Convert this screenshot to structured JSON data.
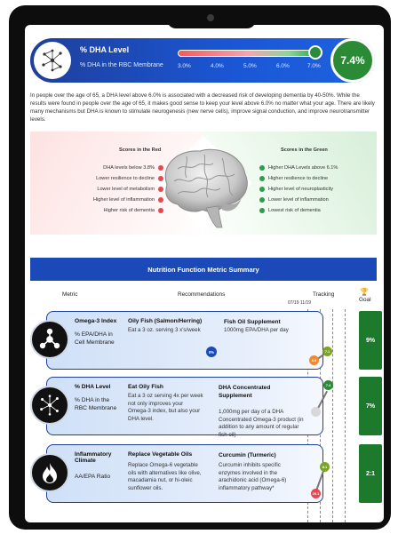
{
  "header": {
    "title": "% DHA Level",
    "subtitle": "% DHA in the RBC Membrane",
    "scale_labels": [
      "3.0%",
      "4.0%",
      "5.0%",
      "6.0%",
      "7.0%"
    ],
    "marker_fraction": 0.97,
    "value": "7.4%"
  },
  "intro": "In people over the age of 65, a DHA level above 6.0% is associated with a decreased risk of developing dementia by 40-50%. While the results were found in people over the age of 65, it makes good sense to keep your level above 6.0% no matter what your age. There are likely many mechanisms but DHA is known to stimulate neurogenesis (new nerve cells), improve signal conduction, and improve neurotransmitter levels.",
  "red": {
    "heading": "Scores in the Red",
    "items": [
      "DHA levels below 3.8%",
      "Lower resilience to decline",
      "Lower level of metabolism",
      "Higher level of inflammation",
      "Higher risk of dementia"
    ]
  },
  "green": {
    "heading": "Scores in the Green",
    "items": [
      "Higher DHA Levels above 6.1%",
      "Higher resilience to decline",
      "Higher level of neuroplasticity",
      "Lower level of inflammation",
      "Lowest risk of dementia"
    ]
  },
  "summary": {
    "title": "Nutrition Function Metric Summary",
    "col_metric": "Metric",
    "col_recommendations": "Recommendations",
    "col_tracking": "Tracking",
    "col_goal": "Goal",
    "dates": "07/19  11/19"
  },
  "rows": [
    {
      "metric_title": "Omega-3 Index",
      "metric_sub": "% EPA/DHA in Cell Membrane",
      "rec1_title": "Oily Fish (Salmon/Herring)",
      "rec1_text": "Eat a 3 oz. serving 3 x's/week",
      "rec2_title": "Fish Oil Supplement",
      "rec2_text": "1000mg EPA/DHA per day",
      "trend": "0%",
      "track_a": "6.9",
      "track_b": "7.1",
      "goal": "9%"
    },
    {
      "metric_title": "% DHA Level",
      "metric_sub": "% DHA in the RBC Membrane",
      "rec1_title": "Eat Oily Fish",
      "rec1_text": "Eat a 3 oz serving 4x per week not only improves your Omega-3 index, but also your DHA level.",
      "rec2_title": "DHA Concentrated Supplement",
      "rec2_text": "1,000mg per day of a DHA Concentrated Omega-3 product (in addition to any amount of regular fish oil)",
      "track_a": "",
      "track_b": "7.4",
      "goal": "7%"
    },
    {
      "metric_title": "Inflammatory Climate",
      "metric_sub": "AA/EPA Ratio",
      "rec1_title": "Replace Vegetable Oils",
      "rec1_text": "Replace Omega-6 vegetable oils with alternatives like olive, macadamia nut, or hi-oleic sunflower oils.",
      "rec2_title": "Curcumin (Turmeric)",
      "rec2_text": "Curcumin inhibits specific enzymes involved in the arachidonic acid (Omega-6) inflammatory pathway*",
      "track_a": "20.1",
      "track_b": "8.1",
      "goal": "2:1"
    }
  ],
  "colors": {
    "brand_blue": "#1b4ab8",
    "goal_green": "#1d7a2c",
    "red": "#e8474f",
    "green": "#2e9e4a"
  }
}
